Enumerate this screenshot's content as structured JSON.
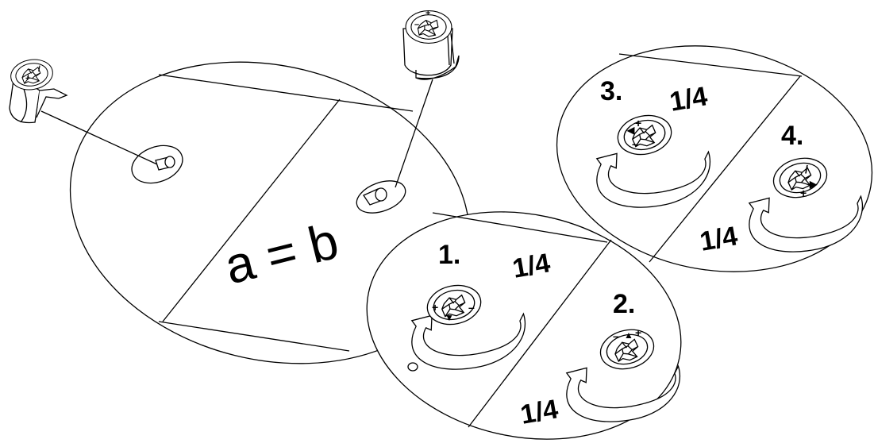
{
  "diagram": {
    "equation": "a = b",
    "steps": [
      {
        "number": "1.",
        "fraction": "1/4"
      },
      {
        "number": "2.",
        "fraction": "1/4"
      },
      {
        "number": "3.",
        "fraction": "1/4"
      },
      {
        "number": "4.",
        "fraction": "1/4"
      }
    ],
    "icons": {
      "cam_lock_left": "cam-lock-fitting-icon",
      "cam_lock_right": "cam-lock-fitting-icon",
      "rotate_arrow": "rotate-arrow-icon"
    }
  }
}
